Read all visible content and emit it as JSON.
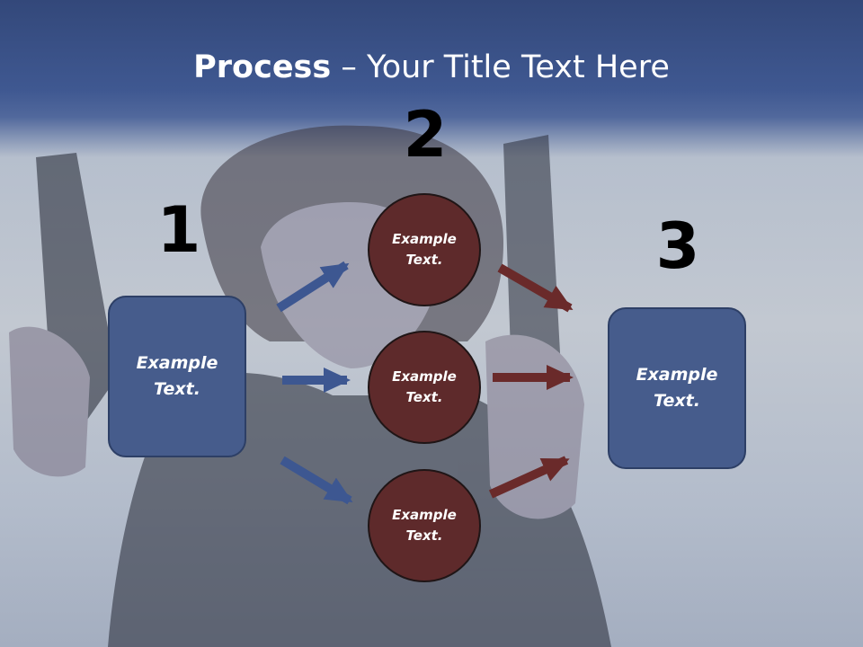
{
  "title": {
    "bold": "Process",
    "rest": " – Your Title Text Here"
  },
  "steps": [
    {
      "number": "1",
      "label": "Example Text."
    },
    {
      "number": "2"
    },
    {
      "number": "3",
      "label": "Example Text."
    }
  ],
  "circles": [
    {
      "label": "Example Text."
    },
    {
      "label": "Example Text."
    },
    {
      "label": "Example Text."
    }
  ],
  "colors": {
    "header": "#3f5891",
    "box_fill": "#465c8c",
    "circle_fill": "#5e2a2b",
    "blue_arrow": "#3d5791",
    "red_arrow": "#6a2a2a"
  }
}
